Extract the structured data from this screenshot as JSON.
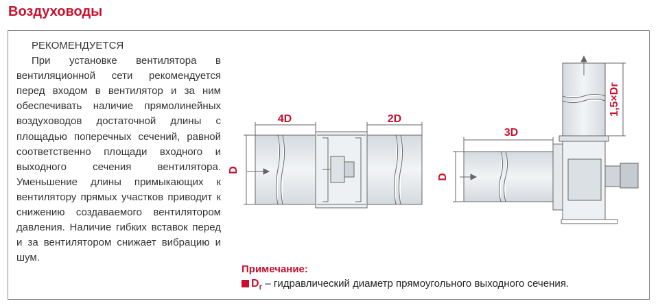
{
  "header": {
    "title": "Воздуховоды"
  },
  "recommendation": {
    "heading": "РЕКОМЕНДУЕТСЯ",
    "body": "При установке вентилятора в вентиляционной сети рекомендуется перед входом в вентилятор и за ним обеспечивать наличие прямолинейных воздуховодов достаточной длины с площадью поперечных сечений, равной соответственно площади входного и выходного сечения вентилятора. Уменьшение длины примыкающих к вентилятору прямых участков приводит к снижению создаваемого вентилятором давления. Наличие гибких вставок перед и за вентилятором снижает вибрацию и шум."
  },
  "diagram_left": {
    "label_inlet": "4D",
    "label_outlet": "2D",
    "label_diameter": "D"
  },
  "diagram_right": {
    "label_inlet": "3D",
    "label_diameter": "D",
    "label_outlet": "1,5×Dг"
  },
  "note": {
    "title": "Примечание:",
    "symbol": "D",
    "symbol_sub": "г",
    "dash": " – ",
    "text": "гидравлический диаметр прямоугольного выходного сечения."
  },
  "colors": {
    "accent": "#c8102e",
    "line": "#777777",
    "fill": "#e6eaed"
  }
}
